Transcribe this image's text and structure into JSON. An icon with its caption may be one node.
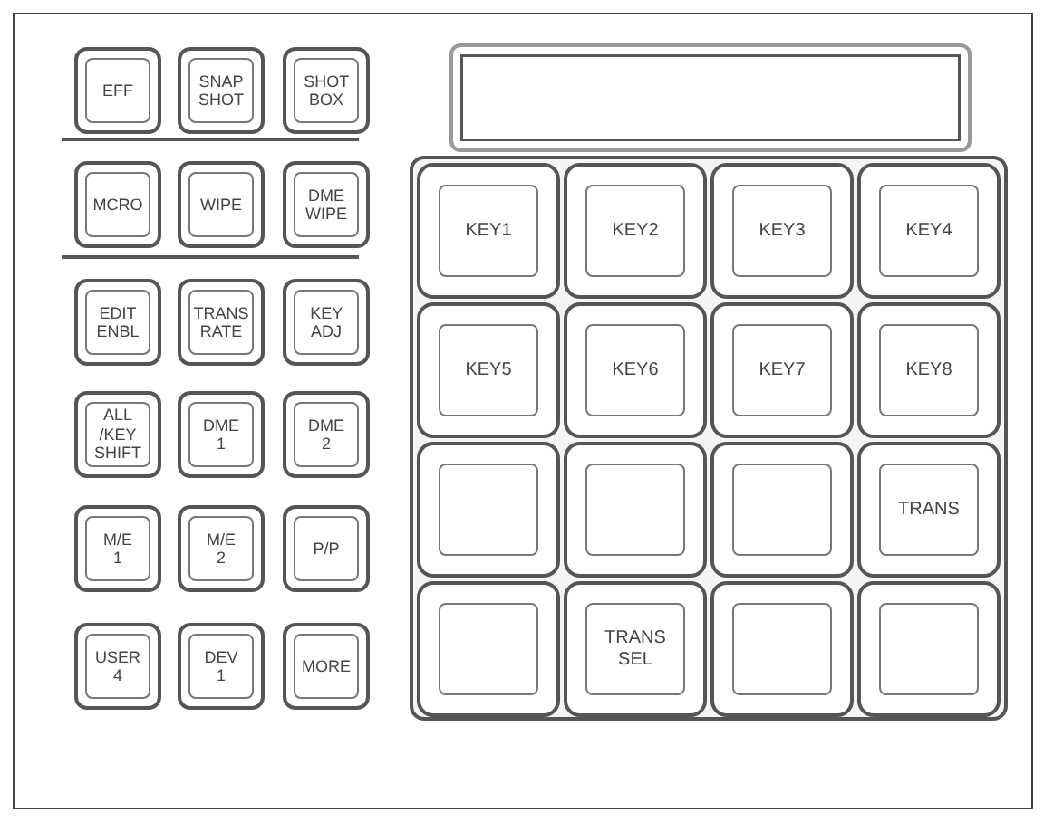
{
  "diagram": {
    "nodes": [
      {
        "text": [],
        "shape": "box"
      },
      {
        "text": [
          "EFF"
        ],
        "in": 0
      },
      {
        "text": [
          "SNAP SHOT"
        ],
        "in": 0
      },
      {
        "text": [
          "SHOT BOX"
        ],
        "in": 0
      },
      {
        "text": [
          "MCRO"
        ],
        "in": 0
      },
      {
        "text": [
          "WIPE"
        ],
        "in": 0
      },
      {
        "text": [
          "DME WIPE"
        ],
        "in": 0
      },
      {
        "text": [
          "EDIT ENBL"
        ],
        "in": 0
      },
      {
        "text": [
          "TRANS RATE"
        ],
        "in": 0
      },
      {
        "text": [
          "KEY ADJ"
        ],
        "in": 0
      },
      {
        "text": [
          "ALL /KEY SHIFT"
        ],
        "in": 0
      },
      {
        "text": [
          "DME 1"
        ],
        "in": 0
      },
      {
        "text": [
          "DME 2"
        ],
        "in": 0
      },
      {
        "text": [
          "M/E 1"
        ],
        "in": 0
      },
      {
        "text": [
          "M/E 2"
        ],
        "in": 0
      },
      {
        "text": [
          "P/P"
        ],
        "in": 0
      },
      {
        "text": [
          "USER 4"
        ],
        "in": 0
      },
      {
        "text": [
          "DEV 1"
        ],
        "in": 0
      },
      {
        "text": [
          "MORE"
        ],
        "in": 0
      },
      {
        "text": [],
        "shape": "box",
        "in": 0
      },
      {
        "text": [],
        "shape": "box",
        "in": 0
      },
      {
        "text": [
          "KEY1"
        ],
        "in": 20
      },
      {
        "text": [
          "KEY2"
        ],
        "in": 20
      },
      {
        "text": [
          "KEY3"
        ],
        "in": 20
      },
      {
        "text": [
          "KEY4"
        ],
        "in": 20
      },
      {
        "text": [
          "KEY5"
        ],
        "in": 20
      },
      {
        "text": [
          "KEY6"
        ],
        "in": 20
      },
      {
        "text": [
          "KEY7"
        ],
        "in": 20
      },
      {
        "text": [
          "KEY8"
        ],
        "in": 20
      },
      {
        "text": [],
        "shape": "box",
        "in": 20
      },
      {
        "text": [],
        "shape": "box",
        "in": 20
      },
      {
        "text": [],
        "shape": "box",
        "in": 20
      },
      {
        "text": [
          "TRANS"
        ],
        "in": 20
      },
      {
        "text": [],
        "shape": "box",
        "in": 20
      },
      {
        "text": [
          "TRANS SEL"
        ],
        "in": 20
      },
      {
        "text": [],
        "shape": "box",
        "in": 20
      },
      {
        "text": [],
        "shape": "box",
        "in": 20
      }
    ]
  }
}
